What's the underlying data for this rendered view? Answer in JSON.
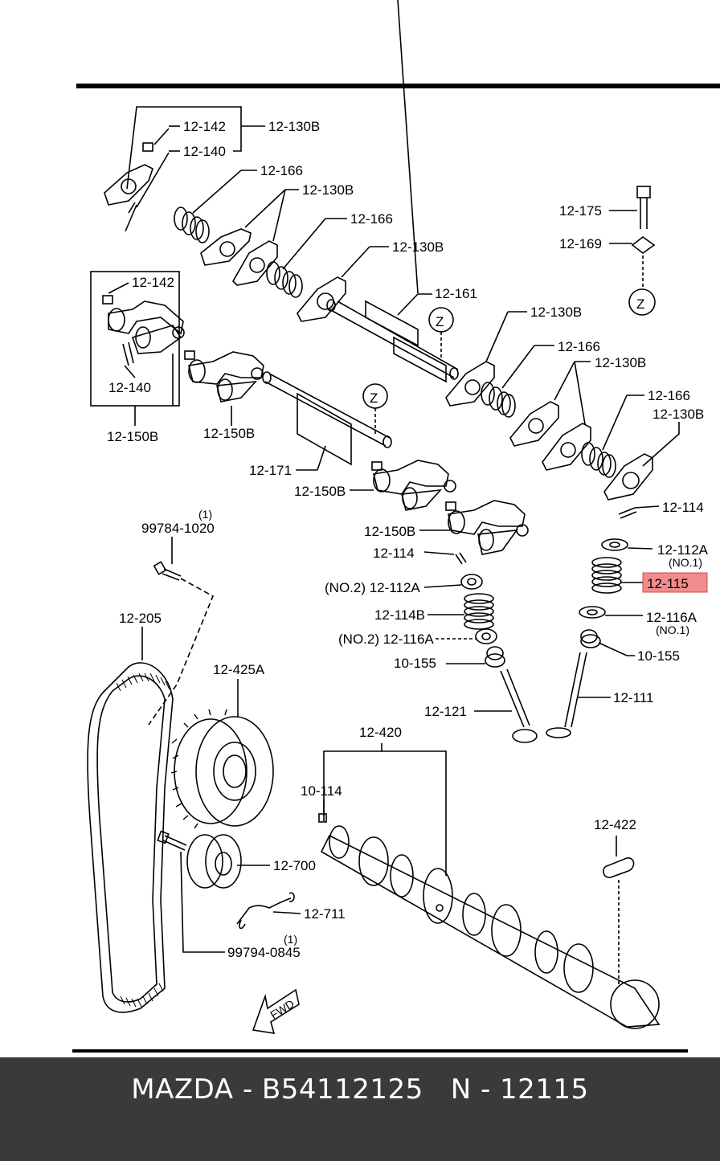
{
  "diagram": {
    "labels": {
      "l_12_142_top": "12-142",
      "l_12_130B_top": "12-130B",
      "l_12_140_top": "12-140",
      "l_12_166_a": "12-166",
      "l_12_130B_a": "12-130B",
      "l_12_166_b": "12-166",
      "l_12_130B_b": "12-130B",
      "l_12_161": "12-161",
      "l_12_175": "12-175",
      "l_12_169": "12-169",
      "l_z_right": "Z",
      "l_z_mid": "Z",
      "l_z_left": "Z",
      "l_12_142_box": "12-142",
      "l_12_140_box": "12-140",
      "l_12_150B_box": "12-150B",
      "l_12_150B_a": "12-150B",
      "l_12_130B_c": "12-130B",
      "l_12_166_c": "12-166",
      "l_12_130B_d": "12-130B",
      "l_12_166_d": "12-166",
      "l_12_130B_e": "12-130B",
      "l_12_171": "12-171",
      "l_12_150B_b": "12-150B",
      "l_12_150B_c": "12-150B",
      "l_12_114_right": "12-114",
      "l_12_112A_right": "12-112A",
      "l_no1_a": "(NO.1)",
      "l_12_115": "12-115",
      "l_12_116A_right": "12-116A",
      "l_no1_b": "(NO.1)",
      "l_10_155_right": "10-155",
      "l_12_111": "12-111",
      "l_12_114_mid": "12-114",
      "l_12_112A_mid": "(NO.2) 12-112A",
      "l_12_114B": "12-114B",
      "l_12_116A_mid": "(NO.2) 12-116A",
      "l_10_155_mid": "10-155",
      "l_12_121": "12-121",
      "l_99784_qty": "(1)",
      "l_99784": "99784-1020",
      "l_12_205": "12-205",
      "l_12_425A": "12-425A",
      "l_12_420": "12-420",
      "l_10_114": "10-114",
      "l_12_422": "12-422",
      "l_12_700": "12-700",
      "l_12_711": "12-711",
      "l_99794_qty": "(1)",
      "l_99794": "99794-0845",
      "l_fwd": "FWD"
    },
    "highlight_color": "#f28b8b",
    "line_color": "#000000"
  },
  "footer": {
    "caption": "MAZDA - B54112125   N - 12115",
    "background": "#3a3a3a"
  }
}
